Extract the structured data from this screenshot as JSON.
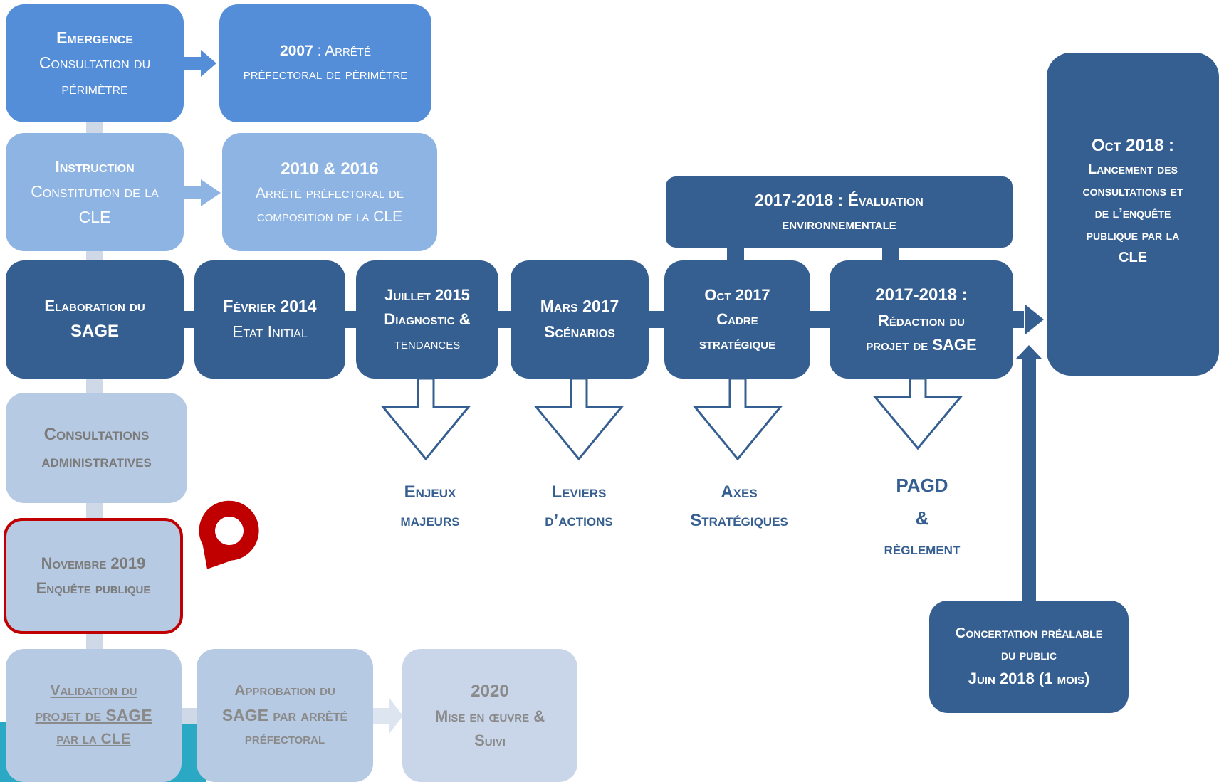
{
  "stage_emergence": {
    "title": "Emergence",
    "text": [
      "Consultation du",
      "périmètre"
    ]
  },
  "date_2007": {
    "year": "2007",
    "lines": [
      ": Arrêté",
      "préfectoral de périmètre"
    ]
  },
  "stage_instruction": {
    "title": "Instruction",
    "text": [
      "Constitution de la",
      "CLE"
    ]
  },
  "date_2010": {
    "lines": [
      "2010 & 2016",
      "Arrêté préfectoral de",
      "composition de la CLE"
    ]
  },
  "stage_elaboration": {
    "lines": [
      "Elaboration du",
      "SAGE"
    ]
  },
  "step_fevrier": {
    "lines": [
      "Février 2014",
      "Etat Initial"
    ]
  },
  "step_juillet": {
    "lines": [
      "Juillet 2015",
      "Diagnostic &",
      "tendances"
    ]
  },
  "step_mars": {
    "lines": [
      "Mars 2017",
      "Scénarios"
    ]
  },
  "step_oct2017": {
    "lines": [
      "Oct 2017",
      "Cadre",
      "stratégique"
    ]
  },
  "step_redaction": {
    "lines": [
      "2017-2018 :",
      "Rédaction du",
      "projet de SAGE"
    ]
  },
  "evaluation": {
    "lines": [
      "2017-2018 : Évaluation",
      "environnementale"
    ]
  },
  "lancement": {
    "lines": [
      "Oct 2018 :",
      "Lancement des",
      "consultations et",
      "de l’enquête",
      "publique par la",
      "CLE"
    ]
  },
  "concertation": {
    "lines": [
      "Concertation préalable",
      "du public",
      "Juin 2018 (1 mois)"
    ]
  },
  "outputs": {
    "enjeux": [
      "Enjeux",
      "majeurs"
    ],
    "leviers": [
      "Leviers",
      "d’actions"
    ],
    "axes": [
      "Axes",
      "Stratégiques"
    ],
    "pagd": [
      "PAGD",
      "&",
      "règlement"
    ]
  },
  "stage_consultations": {
    "lines": [
      "Consultations",
      "administratives"
    ]
  },
  "stage_enquete": {
    "lines": [
      "Novembre 2019",
      "Enquête publique"
    ]
  },
  "stage_validation": {
    "lines": [
      "Validation du",
      "projet de SAGE",
      "par la CLE"
    ]
  },
  "stage_approbation": {
    "lines": [
      "Approbation du",
      "SAGE par arrêté",
      "préfectoral"
    ]
  },
  "stage_mise": {
    "lines": [
      "2020",
      "Mise en œuvre &",
      "Suivi"
    ]
  },
  "icons": {
    "current_stage": "map-pin-icon"
  },
  "colors": {
    "dark": "#365f91",
    "medium": "#548ed9",
    "light": "#8eb4e3",
    "pale": "#b7cae3",
    "highlight": "#c00000",
    "pin": "#c00000"
  }
}
